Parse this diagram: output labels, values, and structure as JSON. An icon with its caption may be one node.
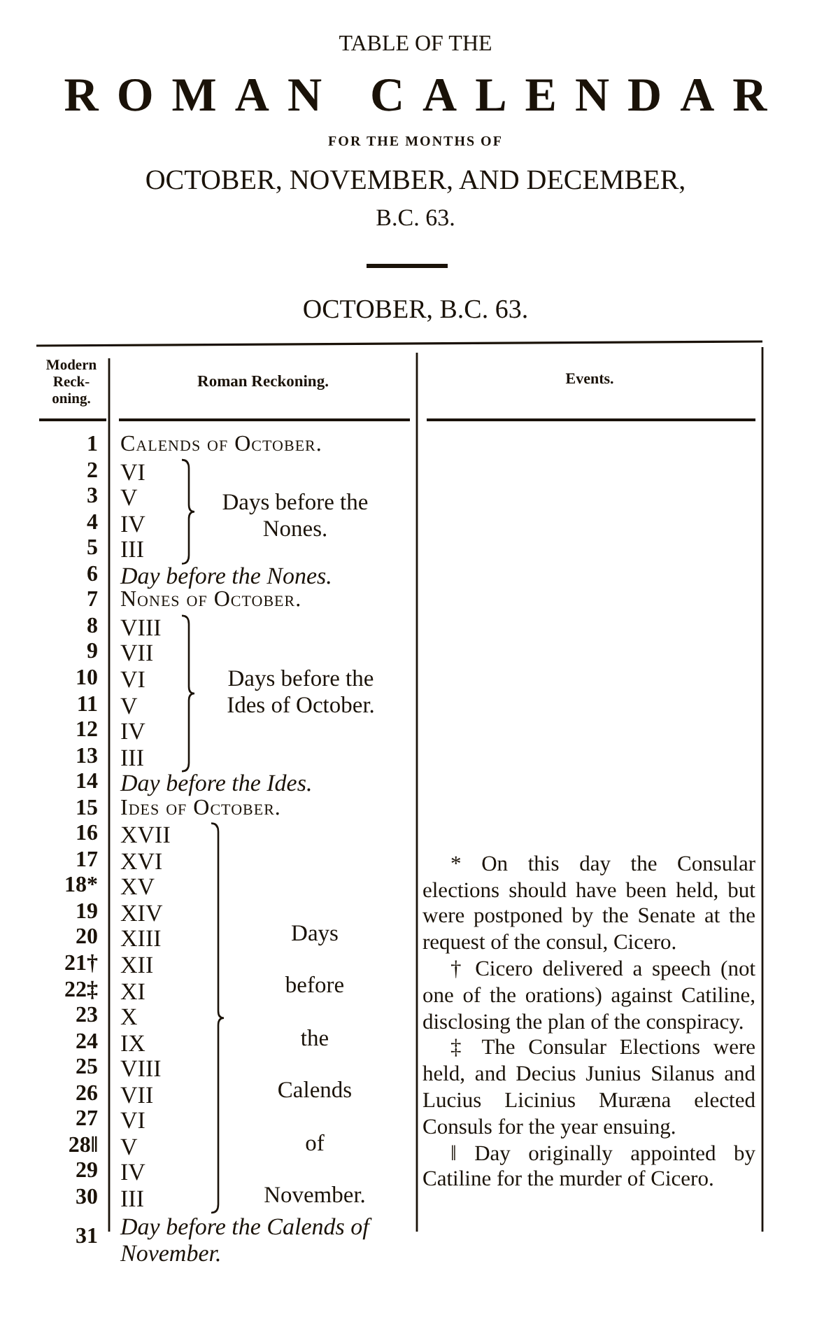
{
  "diagram": {
    "labels": [
      "TABLE OF THE",
      "ROMAN CALENDAR",
      "FOR THE MONTHS OF",
      "OCTOBER, NOVEMBER, AND DECEMBER,",
      "B.C. 63.",
      "OCTOBER, B.C. 63.",
      "Modern Reck- oning.",
      "Roman Reckoning.",
      "Events.",
      "1",
      "Calends of October.",
      "2",
      "VI",
      "3",
      "V",
      "4",
      "IV",
      "5",
      "III",
      "6",
      "Day before the Nones.",
      "7",
      "Nones of October.",
      "8",
      "VIII",
      "9",
      "VII",
      "10",
      "VI",
      "11",
      "V",
      "12",
      "IV",
      "13",
      "III",
      "14",
      "Day before the Ides.",
      "15",
      "Ides of October.",
      "16",
      "XVII",
      "17",
      "XVI",
      "18*",
      "XV",
      "19",
      "XIV",
      "20",
      "XIII",
      "21†",
      "XII",
      "22‡",
      "XI",
      "23",
      "X",
      "24",
      "IX",
      "25",
      "VIII",
      "26",
      "VII",
      "27",
      "VI",
      "28‖",
      "V",
      "29",
      "IV",
      "30",
      "III",
      "31",
      "Day before the Calends of November.",
      "Days before the Nones.",
      "Days before the Ides of October.",
      "Days before the Calends of November.",
      "* On this day the Consular elections should have been held, but were postponed by the Senate at the request of the consul, Cicero.",
      "† Cicero delivered a speech (not one of the orations) against Catiline, disclosing the plan of the conspiracy.",
      "‡ The Consular Elections were held, and Decius Junius Silanus and Lucius Licinius Muræna elected Consuls for the year ensuing.",
      "‖ Day originally appointed by Catiline for the murder of Cicero."
    ]
  }
}
